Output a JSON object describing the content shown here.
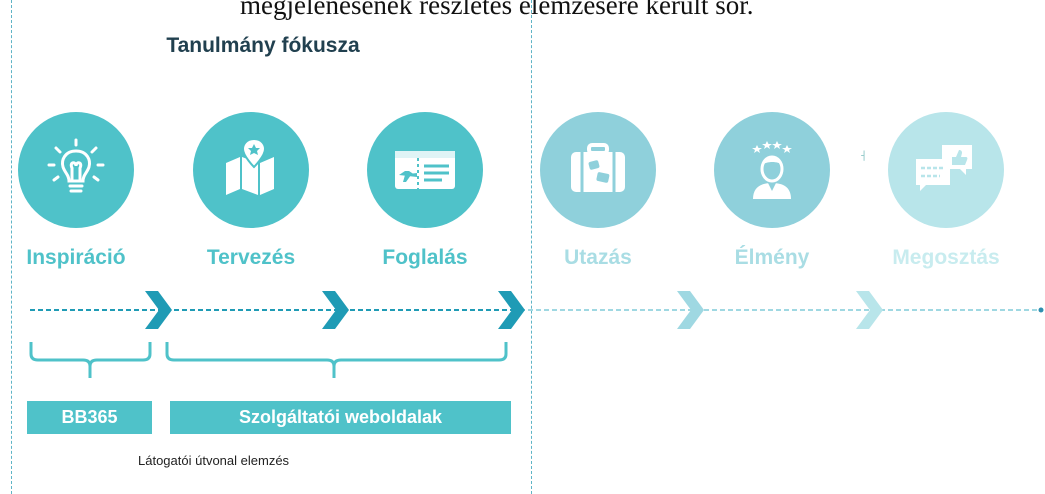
{
  "caption": "megjelenésének részletes elemzésére került sor.",
  "focus_title": "Tanulmány fókusza",
  "stages": [
    {
      "label": "Inspiráció",
      "icon": "lightbulb-icon",
      "color": "#4fc2c9",
      "text_color": "#4fc2c9"
    },
    {
      "label": "Tervezés",
      "icon": "map-pin-icon",
      "color": "#4fc2c9",
      "text_color": "#4fc2c9"
    },
    {
      "label": "Foglalás",
      "icon": "ticket-icon",
      "color": "#4fc2c9",
      "text_color": "#4fc2c9"
    },
    {
      "label": "Utazás",
      "icon": "suitcase-icon",
      "color": "#8fd0db",
      "text_color": "#a9dde4"
    },
    {
      "label": "Élmény",
      "icon": "person-stars-icon",
      "color": "#8fd0db",
      "text_color": "#a9dde4"
    },
    {
      "label": "Megosztás",
      "icon": "chat-thumbsup-icon",
      "color": "#b8e5ea",
      "text_color": "#c8ecef"
    }
  ],
  "groups": [
    {
      "label": "BB365"
    },
    {
      "label": "Szolgáltatói weboldalak"
    }
  ],
  "note": "Látogatói útvonal elemzés",
  "colors": {
    "accent": "#4fc2c9",
    "arrow_dark": "#1f9bb5",
    "arrow_light": "#9fd8e2",
    "title": "#21404f"
  }
}
